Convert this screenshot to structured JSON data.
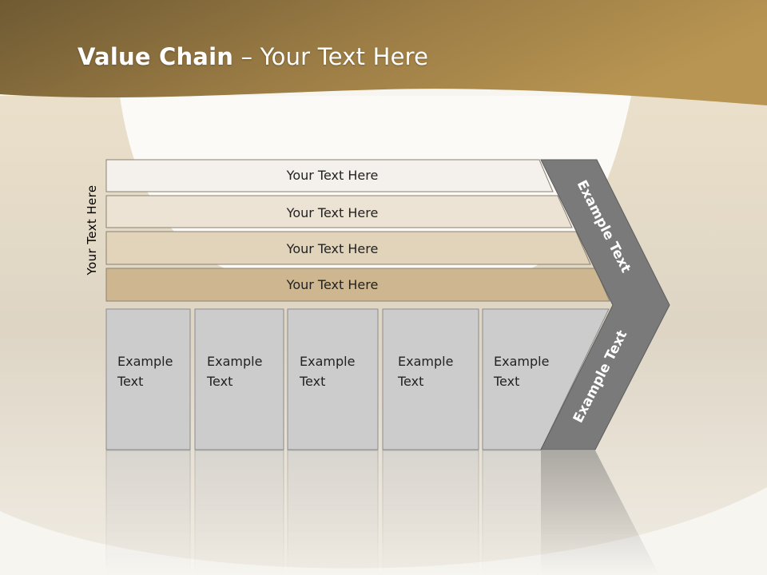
{
  "slide": {
    "title_bold": "Value Chain",
    "title_rest": " – Your Text Here",
    "side_label": "Your Text Here"
  },
  "colors": {
    "header_top": "#6f5a33",
    "header_bottom": "#b89552",
    "row_1": "#f4f1ec",
    "row_2": "#ece3d4",
    "row_3": "#e2d4bb",
    "row_4": "#cdb690",
    "box_fill": "#cccccc",
    "chevron_fill": "#7a7a7a"
  },
  "rows": [
    {
      "label": "Your Text Here"
    },
    {
      "label": "Your Text Here"
    },
    {
      "label": "Your Text Here"
    },
    {
      "label": "Your Text Here"
    }
  ],
  "boxes": [
    {
      "line1": "Example",
      "line2": "Text"
    },
    {
      "line1": "Example",
      "line2": "Text"
    },
    {
      "line1": "Example",
      "line2": "Text"
    },
    {
      "line1": "Example",
      "line2": "Text"
    },
    {
      "line1": "Example",
      "line2": "Text"
    }
  ],
  "chevron": {
    "upper_label": "Example Text",
    "lower_label": "Example Text"
  }
}
